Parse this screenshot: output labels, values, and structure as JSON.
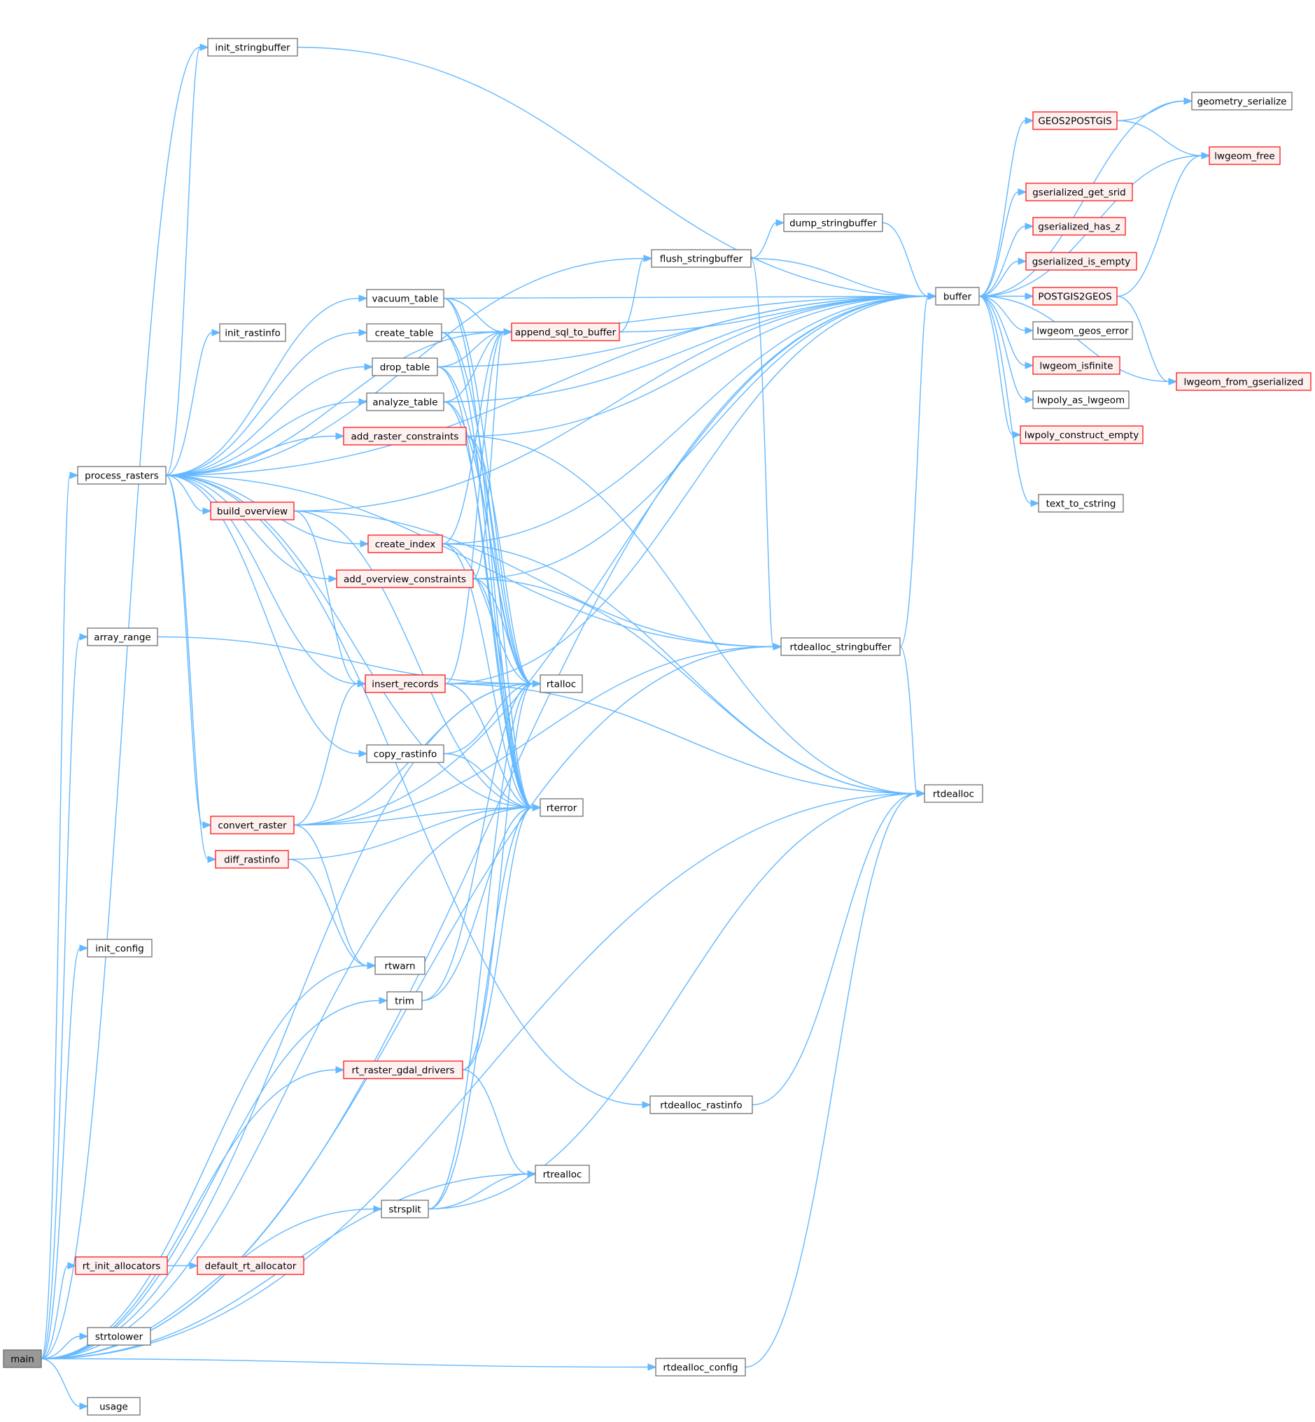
{
  "colors": {
    "edge": "#63b8ff",
    "node_fill": "#ffffff",
    "node_border": "#666666",
    "node_text": "#000000",
    "incomplete_fill": "#fff0f0",
    "incomplete_border": "#ff0000",
    "root_fill": "#999999",
    "root_border": "#666666"
  },
  "nodes": [
    {
      "id": "main",
      "label": "main",
      "style": "root"
    },
    {
      "id": "init_stringbuffer",
      "label": "init_stringbuffer",
      "style": "normal"
    },
    {
      "id": "process_rasters",
      "label": "process_rasters",
      "style": "normal"
    },
    {
      "id": "array_range",
      "label": "array_range",
      "style": "normal"
    },
    {
      "id": "init_config",
      "label": "init_config",
      "style": "normal"
    },
    {
      "id": "rt_init_allocators",
      "label": "rt_init_allocators",
      "style": "incomplete"
    },
    {
      "id": "default_rt_allocator",
      "label": "default_rt_allocator",
      "style": "incomplete"
    },
    {
      "id": "strtolower",
      "label": "strtolower",
      "style": "normal"
    },
    {
      "id": "usage",
      "label": "usage",
      "style": "normal"
    },
    {
      "id": "init_rastinfo",
      "label": "init_rastinfo",
      "style": "normal"
    },
    {
      "id": "vacuum_table",
      "label": "vacuum_table",
      "style": "normal"
    },
    {
      "id": "create_table",
      "label": "create_table",
      "style": "normal"
    },
    {
      "id": "drop_table",
      "label": "drop_table",
      "style": "normal"
    },
    {
      "id": "analyze_table",
      "label": "analyze_table",
      "style": "normal"
    },
    {
      "id": "add_raster_constraints",
      "label": "add_raster_constraints",
      "style": "incomplete"
    },
    {
      "id": "build_overview",
      "label": "build_overview",
      "style": "incomplete"
    },
    {
      "id": "create_index",
      "label": "create_index",
      "style": "incomplete"
    },
    {
      "id": "add_overview_constraints",
      "label": "add_overview_constraints",
      "style": "incomplete"
    },
    {
      "id": "insert_records",
      "label": "insert_records",
      "style": "incomplete"
    },
    {
      "id": "copy_rastinfo",
      "label": "copy_rastinfo",
      "style": "normal"
    },
    {
      "id": "convert_raster",
      "label": "convert_raster",
      "style": "incomplete"
    },
    {
      "id": "diff_rastinfo",
      "label": "diff_rastinfo",
      "style": "incomplete"
    },
    {
      "id": "rtwarn",
      "label": "rtwarn",
      "style": "normal"
    },
    {
      "id": "trim",
      "label": "trim",
      "style": "normal"
    },
    {
      "id": "rt_raster_gdal_drivers",
      "label": "rt_raster_gdal_drivers",
      "style": "incomplete"
    },
    {
      "id": "strsplit",
      "label": "strsplit",
      "style": "normal"
    },
    {
      "id": "append_sql_to_buffer",
      "label": "append_sql_to_buffer",
      "style": "incomplete"
    },
    {
      "id": "rtalloc",
      "label": "rtalloc",
      "style": "normal"
    },
    {
      "id": "rterror",
      "label": "rterror",
      "style": "normal"
    },
    {
      "id": "rtrealloc",
      "label": "rtrealloc",
      "style": "normal"
    },
    {
      "id": "flush_stringbuffer",
      "label": "flush_stringbuffer",
      "style": "normal"
    },
    {
      "id": "dump_stringbuffer",
      "label": "dump_stringbuffer",
      "style": "normal"
    },
    {
      "id": "rtdealloc_stringbuffer",
      "label": "rtdealloc_stringbuffer",
      "style": "normal"
    },
    {
      "id": "rtdealloc_rastinfo",
      "label": "rtdealloc_rastinfo",
      "style": "normal"
    },
    {
      "id": "rtdealloc_config",
      "label": "rtdealloc_config",
      "style": "normal"
    },
    {
      "id": "buffer",
      "label": "buffer",
      "style": "normal"
    },
    {
      "id": "rtdealloc",
      "label": "rtdealloc",
      "style": "normal"
    },
    {
      "id": "GEOS2POSTGIS",
      "label": "GEOS2POSTGIS",
      "style": "incomplete"
    },
    {
      "id": "gserialized_get_srid",
      "label": "gserialized_get_srid",
      "style": "incomplete"
    },
    {
      "id": "gserialized_has_z",
      "label": "gserialized_has_z",
      "style": "incomplete"
    },
    {
      "id": "gserialized_is_empty",
      "label": "gserialized_is_empty",
      "style": "incomplete"
    },
    {
      "id": "POSTGIS2GEOS",
      "label": "POSTGIS2GEOS",
      "style": "incomplete"
    },
    {
      "id": "lwgeom_geos_error",
      "label": "lwgeom_geos_error",
      "style": "normal"
    },
    {
      "id": "lwgeom_isfinite",
      "label": "lwgeom_isfinite",
      "style": "incomplete"
    },
    {
      "id": "lwpoly_as_lwgeom",
      "label": "lwpoly_as_lwgeom",
      "style": "normal"
    },
    {
      "id": "lwpoly_construct_empty",
      "label": "lwpoly_construct_empty",
      "style": "incomplete"
    },
    {
      "id": "text_to_cstring",
      "label": "text_to_cstring",
      "style": "normal"
    },
    {
      "id": "geometry_serialize",
      "label": "geometry_serialize",
      "style": "normal"
    },
    {
      "id": "lwgeom_free",
      "label": "lwgeom_free",
      "style": "incomplete"
    },
    {
      "id": "lwgeom_from_gserialized",
      "label": "lwgeom_from_gserialized",
      "style": "incomplete"
    }
  ],
  "edges": [
    [
      "main",
      "init_stringbuffer"
    ],
    [
      "main",
      "process_rasters"
    ],
    [
      "main",
      "array_range"
    ],
    [
      "main",
      "init_config"
    ],
    [
      "main",
      "rt_init_allocators"
    ],
    [
      "main",
      "strtolower"
    ],
    [
      "main",
      "usage"
    ],
    [
      "main",
      "rtwarn"
    ],
    [
      "main",
      "trim"
    ],
    [
      "main",
      "rt_raster_gdal_drivers"
    ],
    [
      "main",
      "strsplit"
    ],
    [
      "main",
      "rtalloc"
    ],
    [
      "main",
      "rterror"
    ],
    [
      "main",
      "rtrealloc"
    ],
    [
      "main",
      "rtdealloc"
    ],
    [
      "main",
      "rtdealloc_config"
    ],
    [
      "main",
      "rtdealloc_stringbuffer"
    ],
    [
      "main",
      "buffer"
    ],
    [
      "rt_init_allocators",
      "default_rt_allocator"
    ],
    [
      "process_rasters",
      "init_stringbuffer"
    ],
    [
      "process_rasters",
      "init_rastinfo"
    ],
    [
      "process_rasters",
      "vacuum_table"
    ],
    [
      "process_rasters",
      "create_table"
    ],
    [
      "process_rasters",
      "drop_table"
    ],
    [
      "process_rasters",
      "analyze_table"
    ],
    [
      "process_rasters",
      "add_raster_constraints"
    ],
    [
      "process_rasters",
      "build_overview"
    ],
    [
      "process_rasters",
      "create_index"
    ],
    [
      "process_rasters",
      "add_overview_constraints"
    ],
    [
      "process_rasters",
      "insert_records"
    ],
    [
      "process_rasters",
      "copy_rastinfo"
    ],
    [
      "process_rasters",
      "convert_raster"
    ],
    [
      "process_rasters",
      "diff_rastinfo"
    ],
    [
      "process_rasters",
      "append_sql_to_buffer"
    ],
    [
      "process_rasters",
      "flush_stringbuffer"
    ],
    [
      "process_rasters",
      "buffer"
    ],
    [
      "process_rasters",
      "rtdealloc_stringbuffer"
    ],
    [
      "process_rasters",
      "rtdealloc_rastinfo"
    ],
    [
      "process_rasters",
      "rterror"
    ],
    [
      "array_range",
      "rtalloc"
    ],
    [
      "init_stringbuffer",
      "buffer"
    ],
    [
      "vacuum_table",
      "append_sql_to_buffer"
    ],
    [
      "vacuum_table",
      "rtalloc"
    ],
    [
      "vacuum_table",
      "rterror"
    ],
    [
      "vacuum_table",
      "buffer"
    ],
    [
      "create_table",
      "append_sql_to_buffer"
    ],
    [
      "create_table",
      "rtalloc"
    ],
    [
      "create_table",
      "rterror"
    ],
    [
      "create_table",
      "buffer"
    ],
    [
      "drop_table",
      "append_sql_to_buffer"
    ],
    [
      "drop_table",
      "rtalloc"
    ],
    [
      "drop_table",
      "rterror"
    ],
    [
      "drop_table",
      "buffer"
    ],
    [
      "analyze_table",
      "append_sql_to_buffer"
    ],
    [
      "analyze_table",
      "rtalloc"
    ],
    [
      "analyze_table",
      "rterror"
    ],
    [
      "analyze_table",
      "buffer"
    ],
    [
      "add_raster_constraints",
      "rtalloc"
    ],
    [
      "add_raster_constraints",
      "rterror"
    ],
    [
      "add_raster_constraints",
      "buffer"
    ],
    [
      "add_raster_constraints",
      "rtdealloc"
    ],
    [
      "build_overview",
      "insert_records"
    ],
    [
      "build_overview",
      "rtdealloc_stringbuffer"
    ],
    [
      "build_overview",
      "rterror"
    ],
    [
      "build_overview",
      "buffer"
    ],
    [
      "create_index",
      "append_sql_to_buffer"
    ],
    [
      "create_index",
      "rtalloc"
    ],
    [
      "create_index",
      "rterror"
    ],
    [
      "create_index",
      "rtdealloc"
    ],
    [
      "create_index",
      "buffer"
    ],
    [
      "add_overview_constraints",
      "append_sql_to_buffer"
    ],
    [
      "add_overview_constraints",
      "rtalloc"
    ],
    [
      "add_overview_constraints",
      "rterror"
    ],
    [
      "add_overview_constraints",
      "rtdealloc"
    ],
    [
      "add_overview_constraints",
      "buffer"
    ],
    [
      "insert_records",
      "append_sql_to_buffer"
    ],
    [
      "insert_records",
      "rtalloc"
    ],
    [
      "insert_records",
      "rterror"
    ],
    [
      "insert_records",
      "rtdealloc"
    ],
    [
      "insert_records",
      "buffer"
    ],
    [
      "copy_rastinfo",
      "rtalloc"
    ],
    [
      "copy_rastinfo",
      "rterror"
    ],
    [
      "convert_raster",
      "insert_records"
    ],
    [
      "convert_raster",
      "rtalloc"
    ],
    [
      "convert_raster",
      "rterror"
    ],
    [
      "convert_raster",
      "rtwarn"
    ],
    [
      "convert_raster",
      "buffer"
    ],
    [
      "convert_raster",
      "rtdealloc_stringbuffer"
    ],
    [
      "diff_rastinfo",
      "rtwarn"
    ],
    [
      "diff_rastinfo",
      "rterror"
    ],
    [
      "trim",
      "rtalloc"
    ],
    [
      "trim",
      "rterror"
    ],
    [
      "rt_raster_gdal_drivers",
      "rtalloc"
    ],
    [
      "rt_raster_gdal_drivers",
      "rtrealloc"
    ],
    [
      "rt_raster_gdal_drivers",
      "rterror"
    ],
    [
      "strsplit",
      "rtalloc"
    ],
    [
      "strsplit",
      "rtrealloc"
    ],
    [
      "strsplit",
      "rterror"
    ],
    [
      "strsplit",
      "rtdealloc"
    ],
    [
      "append_sql_to_buffer",
      "flush_stringbuffer"
    ],
    [
      "append_sql_to_buffer",
      "buffer"
    ],
    [
      "flush_stringbuffer",
      "dump_stringbuffer"
    ],
    [
      "flush_stringbuffer",
      "buffer"
    ],
    [
      "flush_stringbuffer",
      "rtdealloc_stringbuffer"
    ],
    [
      "dump_stringbuffer",
      "buffer"
    ],
    [
      "rtdealloc_stringbuffer",
      "buffer"
    ],
    [
      "rtdealloc_stringbuffer",
      "rtdealloc"
    ],
    [
      "rtdealloc_rastinfo",
      "rtdealloc"
    ],
    [
      "rtdealloc_config",
      "rtdealloc"
    ],
    [
      "buffer",
      "GEOS2POSTGIS"
    ],
    [
      "buffer",
      "gserialized_get_srid"
    ],
    [
      "buffer",
      "gserialized_has_z"
    ],
    [
      "buffer",
      "gserialized_is_empty"
    ],
    [
      "buffer",
      "POSTGIS2GEOS"
    ],
    [
      "buffer",
      "lwgeom_geos_error"
    ],
    [
      "buffer",
      "lwgeom_isfinite"
    ],
    [
      "buffer",
      "lwpoly_as_lwgeom"
    ],
    [
      "buffer",
      "lwpoly_construct_empty"
    ],
    [
      "buffer",
      "text_to_cstring"
    ],
    [
      "buffer",
      "geometry_serialize"
    ],
    [
      "buffer",
      "lwgeom_free"
    ],
    [
      "buffer",
      "lwgeom_from_gserialized"
    ],
    [
      "GEOS2POSTGIS",
      "geometry_serialize"
    ],
    [
      "GEOS2POSTGIS",
      "lwgeom_free"
    ],
    [
      "POSTGIS2GEOS",
      "lwgeom_free"
    ],
    [
      "POSTGIS2GEOS",
      "lwgeom_from_gserialized"
    ]
  ]
}
